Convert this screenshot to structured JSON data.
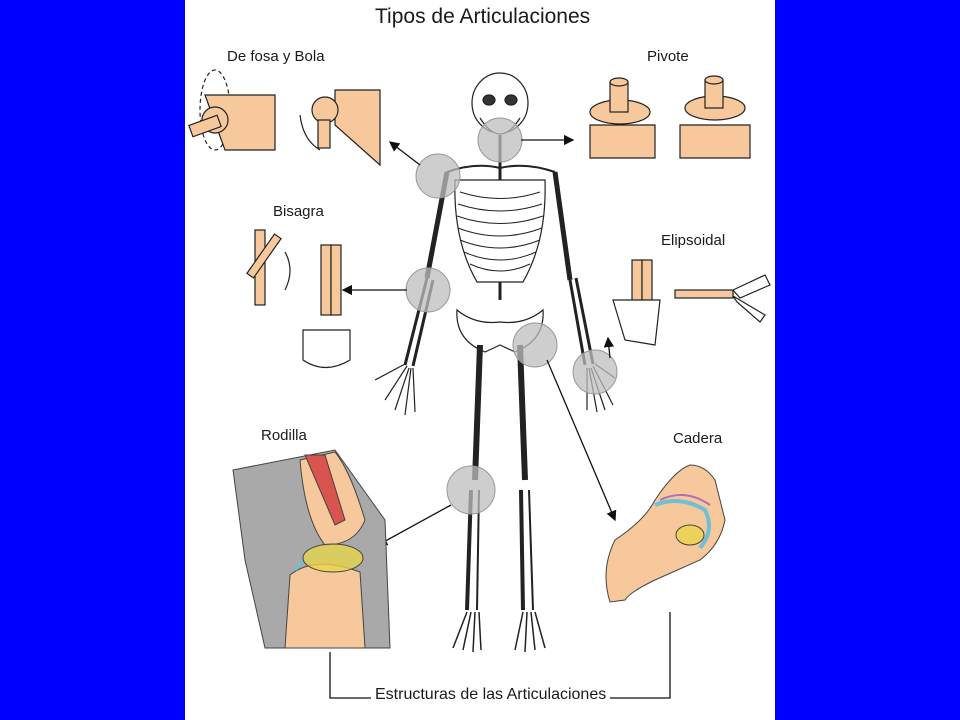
{
  "title": "Tipos de Articulaciones",
  "labels": {
    "ball_socket": "De fosa y Bola",
    "pivot": "Pivote",
    "hinge": "Bisagra",
    "ellipsoid": "Elipsoidal",
    "knee": "Rodilla",
    "hip": "Cadera"
  },
  "footer": "Estructuras de las Articulaciones",
  "colors": {
    "background": "#0000ff",
    "sheet": "#ffffff",
    "bone": "#f7c89b",
    "joint_highlight": "#bdbdbd",
    "muscle": "#d9534f",
    "cartilage": "#9fd8e8"
  }
}
